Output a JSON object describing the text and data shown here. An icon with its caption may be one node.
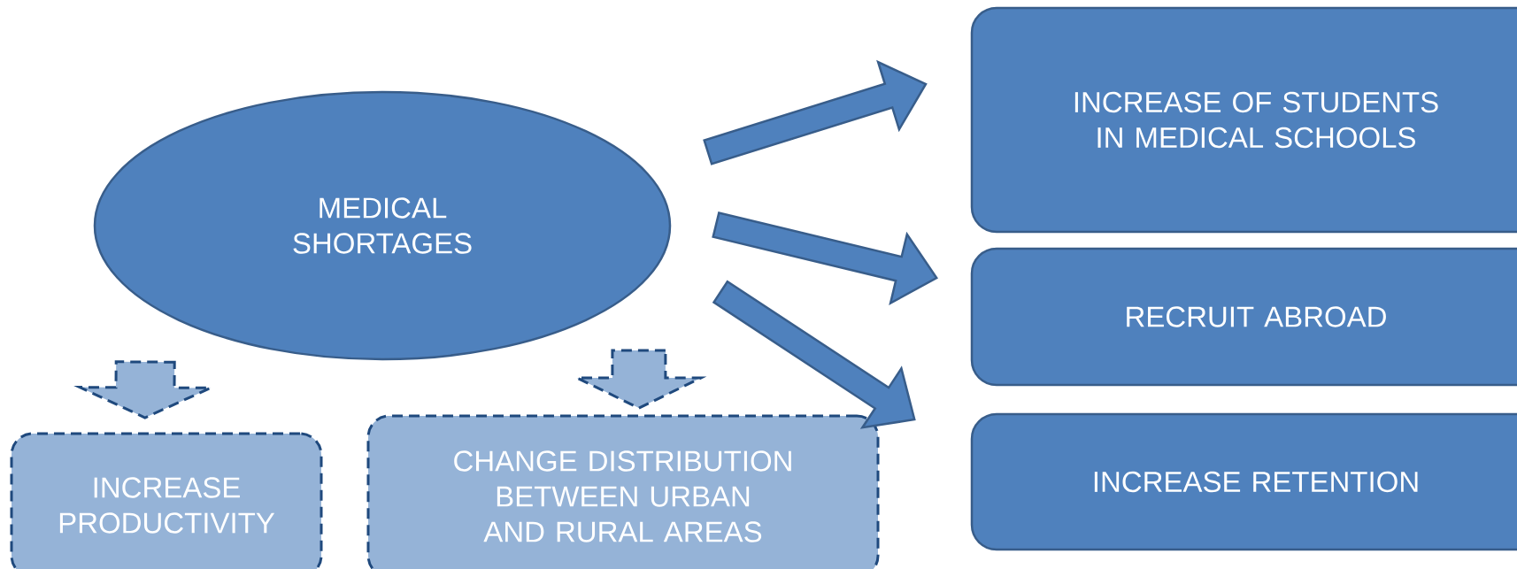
{
  "diagram": {
    "nodes": [
      {
        "text": [
          "MEDICAL SHORTAGES"
        ]
      },
      {
        "text": [
          "INCREASE OF STUDENTS IN MEDICAL SCHOOLS"
        ]
      },
      {
        "text": [
          "RECRUIT ABROAD"
        ]
      },
      {
        "text": [
          "INCREASE RETENTION"
        ]
      },
      {
        "text": [
          "INCREASE PRODUCTIVITY"
        ]
      },
      {
        "text": [
          "CHANGE DISTRIBUTION BETWEEN URBAN AND RURAL AREAS"
        ]
      }
    ],
    "edges": [
      {
        "from": 0,
        "to": 1,
        "arrow": "to"
      },
      {
        "from": 0,
        "to": 2,
        "arrow": "to"
      },
      {
        "from": 0,
        "to": 3,
        "arrow": "to"
      },
      {
        "from": 0,
        "to": 4,
        "arrow": "to",
        "style": "dashed",
        "color": "#95b3d7"
      },
      {
        "from": 0,
        "to": 5,
        "arrow": "to",
        "style": "dashed",
        "color": "#95b3d7"
      }
    ]
  }
}
